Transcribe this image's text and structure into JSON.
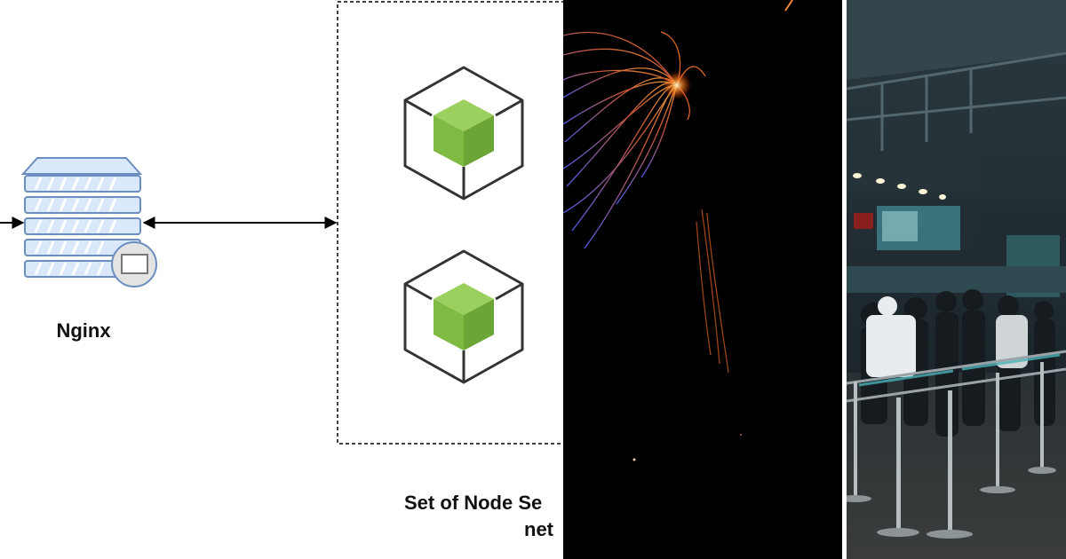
{
  "diagram": {
    "server_label": "Nginx",
    "group_caption_line1": "Set of Node Se",
    "group_caption_line2": "net",
    "server_icon": "server-with-monitor-icon",
    "node_icon": "nodejs-cube-icon",
    "colors": {
      "server_fill": "#dae8fc",
      "server_stroke": "#6c8ebf",
      "cube_green": "#7fba42",
      "cube_outline": "#333333"
    }
  },
  "photo_fireworks": {
    "subject": "fireworks-photo",
    "colors": {
      "background": "#000000",
      "spark_core": "#ffb347",
      "spark_tail": "#6f7bff"
    }
  },
  "photo_station": {
    "subject": "train-station-queue-photo",
    "colors": {
      "background": "#1d2830",
      "lights": "#fff6d8",
      "teal": "#4bb3b8"
    }
  }
}
